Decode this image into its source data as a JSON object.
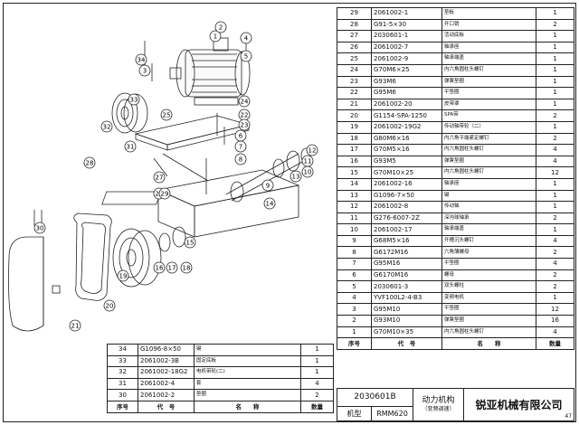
{
  "parts_right": [
    {
      "no": "29",
      "code": "2061002-1",
      "name": "垫板",
      "qty": "1"
    },
    {
      "no": "28",
      "code": "G91-5×30",
      "name": "开口销",
      "qty": "2"
    },
    {
      "no": "27",
      "code": "2030601-1",
      "name": "活动底板",
      "qty": "1"
    },
    {
      "no": "26",
      "code": "2061002-7",
      "name": "轴承座",
      "qty": "1"
    },
    {
      "no": "25",
      "code": "2061002-9",
      "name": "轴承端盖",
      "qty": "1"
    },
    {
      "no": "24",
      "code": "G70M6×25",
      "name": "内六角圆柱头螺钉",
      "qty": "1"
    },
    {
      "no": "23",
      "code": "G93M6",
      "name": "弹簧垫圈",
      "qty": "1"
    },
    {
      "no": "22",
      "code": "G95M6",
      "name": "平垫圈",
      "qty": "1"
    },
    {
      "no": "21",
      "code": "2061002-20",
      "name": "皮带罩",
      "qty": "1"
    },
    {
      "no": "20",
      "code": "G1154-SPA-1250",
      "name": "SPA带",
      "qty": "2"
    },
    {
      "no": "19",
      "code": "2061002-19G2",
      "name": "传动轴带轮（二）",
      "qty": "1"
    },
    {
      "no": "18",
      "code": "G80M6×16",
      "name": "内六角平端紧定螺钉",
      "qty": "2"
    },
    {
      "no": "17",
      "code": "G70M5×16",
      "name": "内六角圆柱头螺钉",
      "qty": "4"
    },
    {
      "no": "16",
      "code": "G93M5",
      "name": "弹簧垫圈",
      "qty": "4"
    },
    {
      "no": "15",
      "code": "G70M10×25",
      "name": "内六角圆柱头螺钉",
      "qty": "12"
    },
    {
      "no": "14",
      "code": "2061002-16",
      "name": "轴承座",
      "qty": "1"
    },
    {
      "no": "13",
      "code": "G1096-7×50",
      "name": "键",
      "qty": "1"
    },
    {
      "no": "12",
      "code": "2061002-8",
      "name": "传动轴",
      "qty": "1"
    },
    {
      "no": "11",
      "code": "G276-6007-2Z",
      "name": "深沟球轴承",
      "qty": "2"
    },
    {
      "no": "10",
      "code": "2061002-17",
      "name": "轴承端盖",
      "qty": "1"
    },
    {
      "no": "9",
      "code": "G68M5×16",
      "name": "开槽沉头螺钉",
      "qty": "4"
    },
    {
      "no": "8",
      "code": "G6172M16",
      "name": "六角薄螺母",
      "qty": "2"
    },
    {
      "no": "7",
      "code": "G95M16",
      "name": "平垫圈",
      "qty": "4"
    },
    {
      "no": "6",
      "code": "G6170M16",
      "name": "螺母",
      "qty": "2"
    },
    {
      "no": "5",
      "code": "2030601-3",
      "name": "双头螺柱",
      "qty": "2"
    },
    {
      "no": "4",
      "code": "YVF100L2-4-B3",
      "name": "变频电机",
      "qty": "1"
    },
    {
      "no": "3",
      "code": "G95M10",
      "name": "平垫圈",
      "qty": "12"
    },
    {
      "no": "2",
      "code": "G93M10",
      "name": "弹簧垫圈",
      "qty": "16"
    },
    {
      "no": "1",
      "code": "G70M10×35",
      "name": "内六角圆柱头螺钉",
      "qty": "4"
    }
  ],
  "parts_left": [
    {
      "no": "34",
      "code": "G1096-8×50",
      "name": "键",
      "qty": "1"
    },
    {
      "no": "33",
      "code": "2061002-3B",
      "name": "固定底板",
      "qty": "1"
    },
    {
      "no": "32",
      "code": "2061002-18G2",
      "name": "电机带轮(二)",
      "qty": "1"
    },
    {
      "no": "31",
      "code": "2061002-4",
      "name": "套",
      "qty": "4"
    },
    {
      "no": "30",
      "code": "2061002-2",
      "name": "垫圈",
      "qty": "2"
    }
  ],
  "header": {
    "no": "序号",
    "code": "代　号",
    "name": "名　　称",
    "qty": "数量"
  },
  "title_block": {
    "assembly_code": "2030601B",
    "assembly_name": "动力机构",
    "assembly_sub": "（变频调速）",
    "model_label": "机型",
    "model": "RMM620",
    "company": "锐亚机械有限公司",
    "page": "47"
  },
  "balloons": [
    "1",
    "2",
    "3",
    "4",
    "5",
    "6",
    "7",
    "8",
    "9",
    "10",
    "11",
    "12",
    "13",
    "14",
    "15",
    "16",
    "17",
    "18",
    "19",
    "20",
    "21",
    "22",
    "23",
    "24",
    "25",
    "26",
    "27",
    "28",
    "29",
    "30",
    "31",
    "32",
    "33",
    "34"
  ]
}
